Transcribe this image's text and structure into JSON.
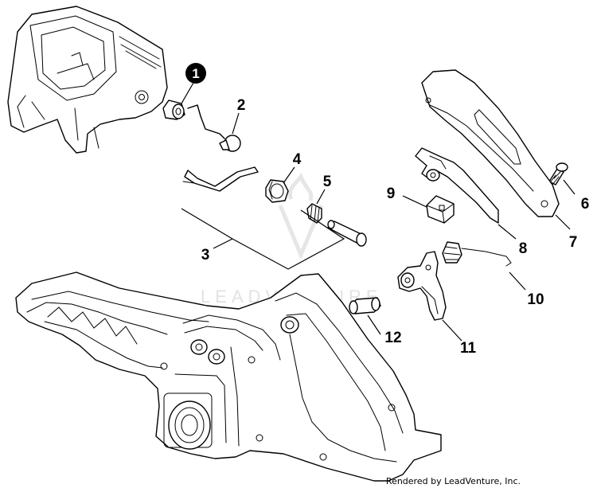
{
  "watermark": {
    "text": "LEADVENTURE"
  },
  "callouts": [
    {
      "id": "1",
      "label": "1",
      "style": "badge"
    },
    {
      "id": "2",
      "label": "2"
    },
    {
      "id": "3",
      "label": "3"
    },
    {
      "id": "4",
      "label": "4"
    },
    {
      "id": "5",
      "label": "5"
    },
    {
      "id": "6",
      "label": "6"
    },
    {
      "id": "7",
      "label": "7"
    },
    {
      "id": "8",
      "label": "8"
    },
    {
      "id": "9",
      "label": "9"
    },
    {
      "id": "10",
      "label": "10"
    },
    {
      "id": "11",
      "label": "11"
    },
    {
      "id": "12",
      "label": "12"
    }
  ],
  "footer": {
    "text": "Rendered by LeadVenture, Inc."
  }
}
